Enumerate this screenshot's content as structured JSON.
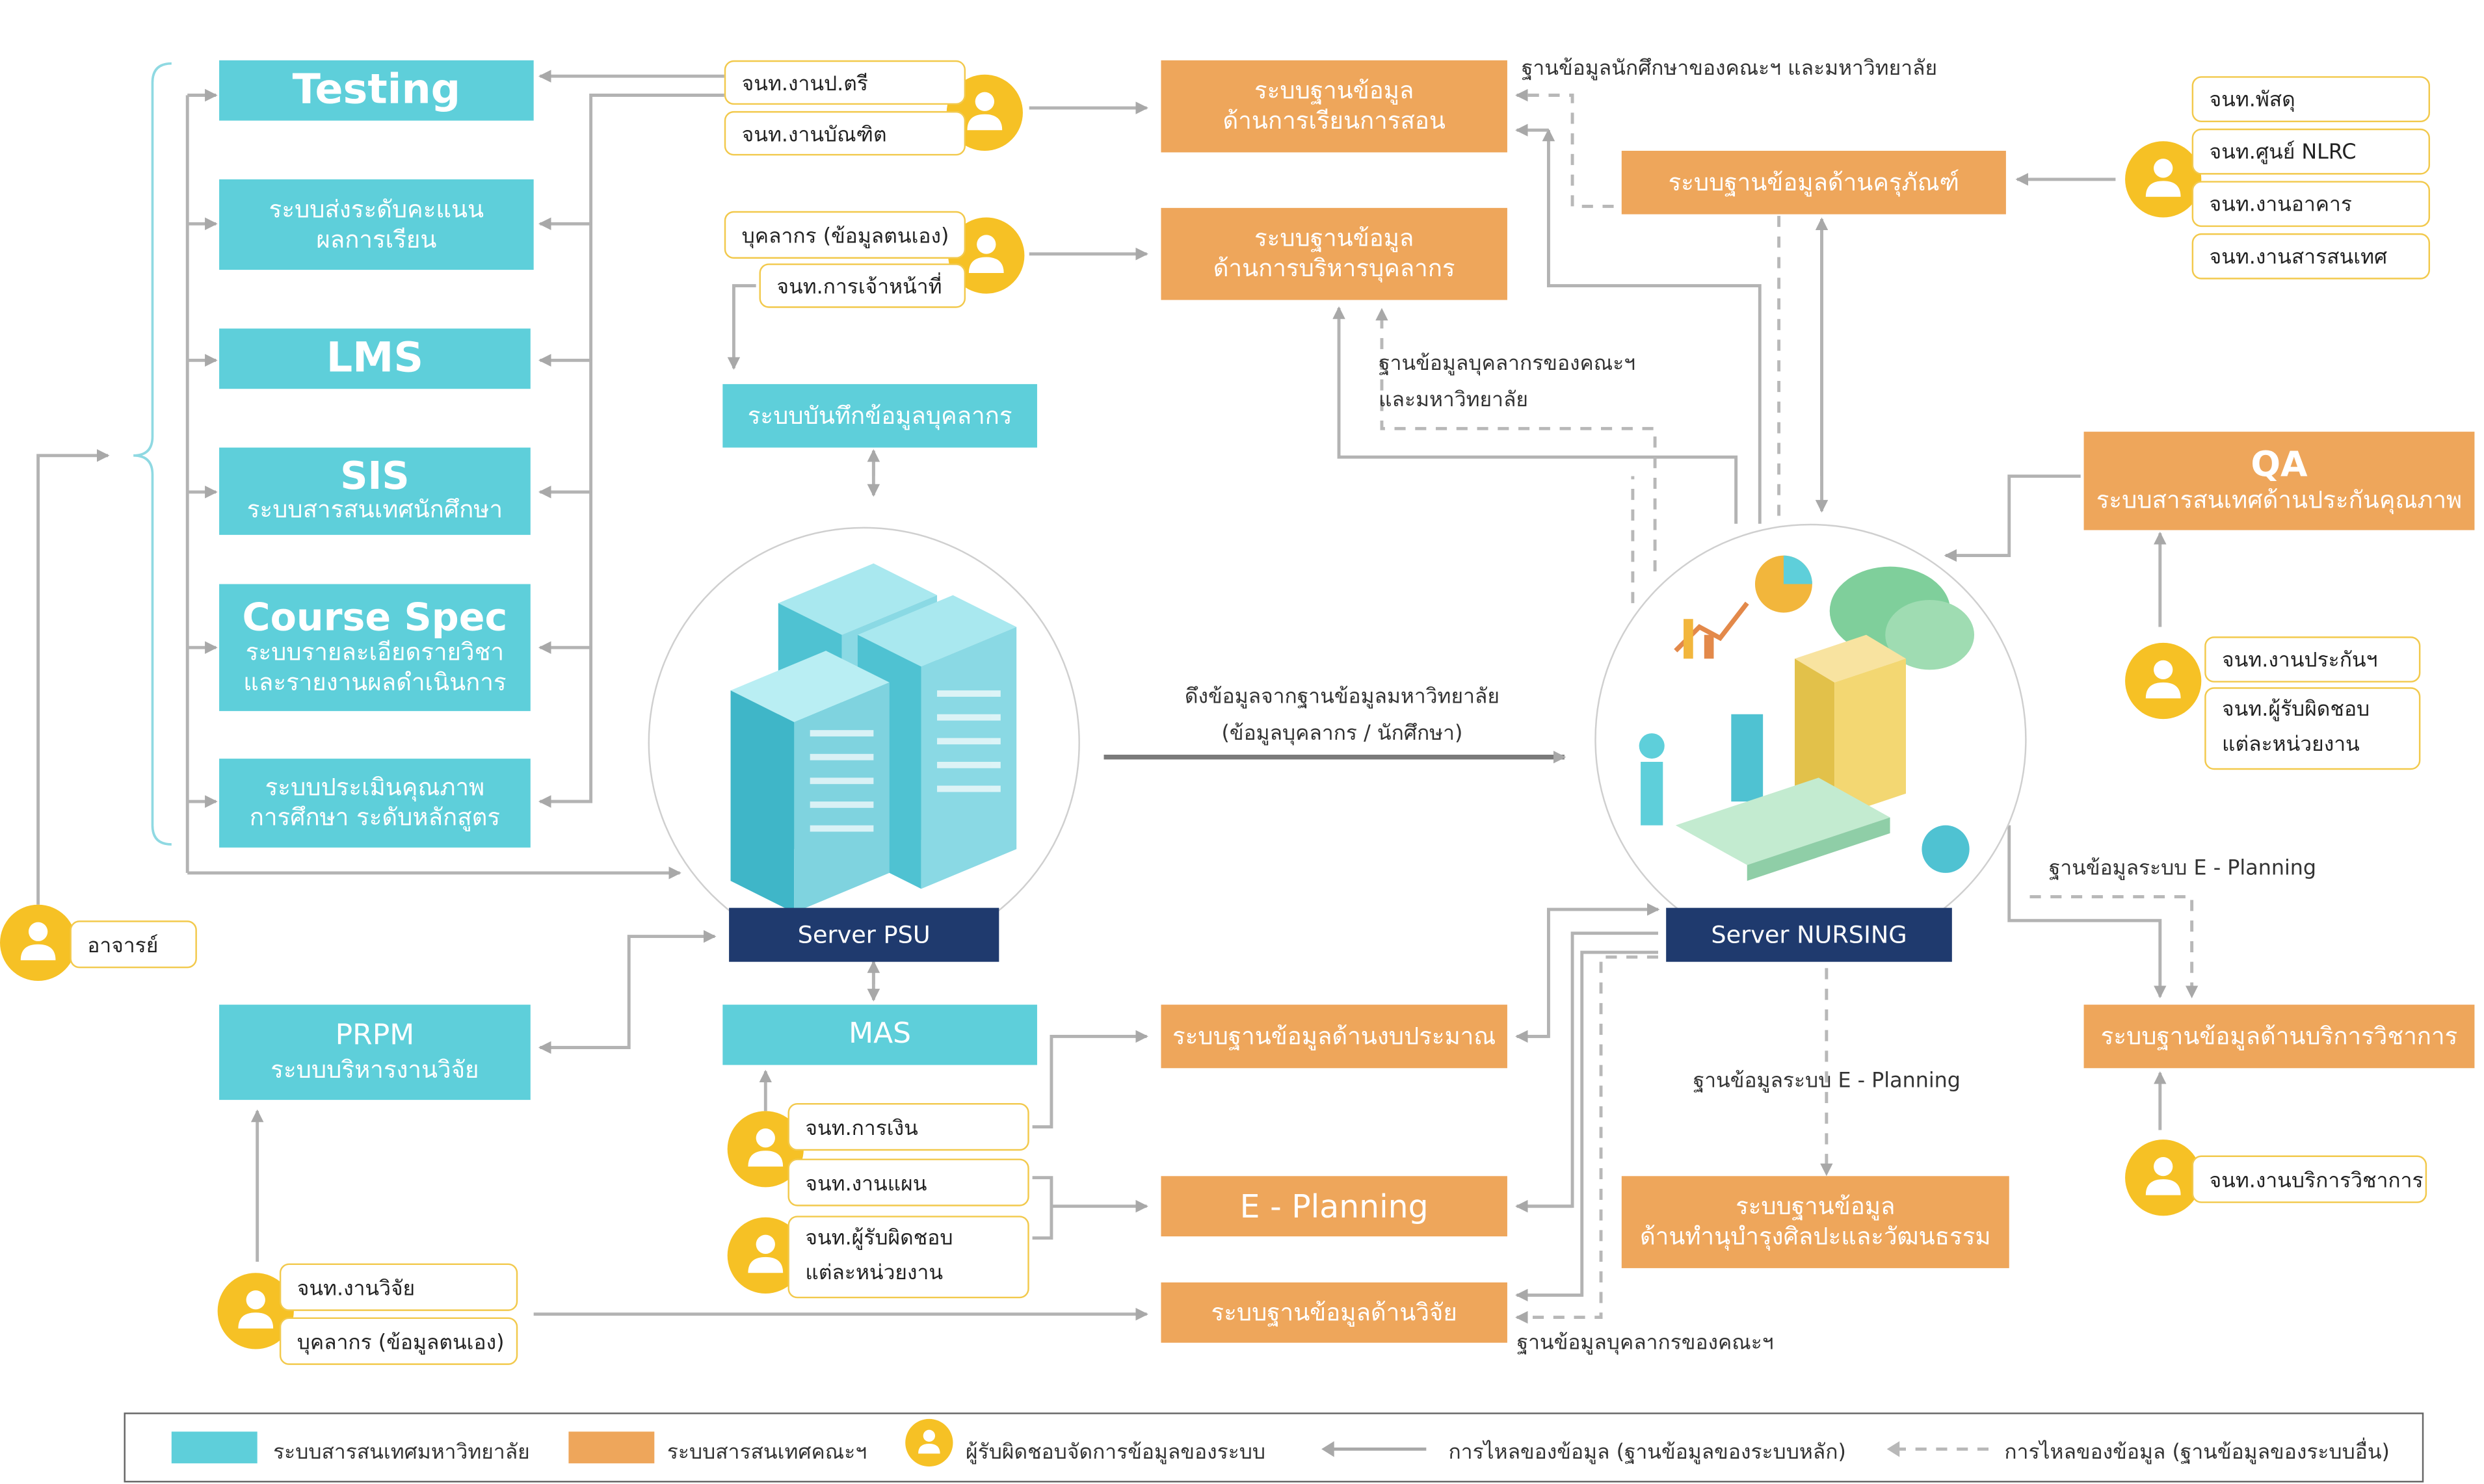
{
  "boxes": {
    "testing": "Testing",
    "grade_1": "ระบบส่งระดับคะแนน",
    "grade_2": "ผลการเรียน",
    "lms": "LMS",
    "sis_title": "SIS",
    "sis_sub": "ระบบสารสนเทศนักศึกษา",
    "course_title": "Course Spec",
    "course_sub1": "ระบบรายละเอียดรายวิชา",
    "course_sub2": "และรายงานผลดำเนินการ",
    "eval_1": "ระบบประเมินคุณภาพ",
    "eval_2": "การศึกษา ระดับหลักสูตร",
    "personnel_record": "ระบบบันทึกข้อมูลบุคลากร",
    "prpm_title": "PRPM",
    "prpm_sub": "ระบบบริหารงานวิจัย",
    "mas": "MAS",
    "teach_1": "ระบบฐานข้อมูล",
    "teach_2": "ด้านการเรียนการสอน",
    "hr_1": "ระบบฐานข้อมูล",
    "hr_2": "ด้านการบริหารบุคลากร",
    "equipment": "ระบบฐานข้อมูลด้านครุภัณฑ์",
    "qa_title": "QA",
    "qa_sub": "ระบบสารสนเทศด้านประกันคุณภาพ",
    "academic_service": "ระบบฐานข้อมูลด้านบริการวิชาการ",
    "budget": "ระบบฐานข้อมูลด้านงบประมาณ",
    "eplanning": "E - Planning",
    "arts_1": "ระบบฐานข้อมูล",
    "arts_2": "ด้านทำนุบำรุงศิลปะและวัฒนธรรม",
    "research_db": "ระบบฐานข้อมูลด้านวิจัย",
    "server_psu": "Server PSU",
    "server_nursing": "Server NURSING"
  },
  "labels": {
    "bachelor_staff": "จนท.งานป.ตรี",
    "grad_staff": "จนท.งานบัณฑิต",
    "personnel_self": "บุคลากร (ข้อมูลตนเอง)",
    "hr_officer": "จนท.การเจ้าหน้าที่",
    "teacher": "อาจารย์",
    "finance": "จนท.การเงิน",
    "plan": "จนท.งานแผน",
    "unit_resp_1": "จนท.ผู้รับผิดชอบ",
    "unit_resp_2": "แต่ละหน่วยงาน",
    "research_staff": "จนท.งานวิจัย",
    "personnel_self2": "บุคลากร (ข้อมูลตนเอง)",
    "supplies": "จนท.พัสดุ",
    "nlrc": "จนท.ศูนย์ NLRC",
    "building": "จนท.งานอาคาร",
    "info": "จนท.งานสารสนเทศ",
    "qa_staff": "จนท.งานประกันฯ",
    "qa_resp_1": "จนท.ผู้รับผิดชอบ",
    "qa_resp_2": "แต่ละหน่วยงาน",
    "service_staff": "จนท.งานบริการวิชาการ"
  },
  "notes": {
    "student_db": "ฐานข้อมูลนักศึกษาของคณะฯ และมหาวิทยาลัย",
    "personnel_db_1": "ฐานข้อมูลบุคลากรของคณะฯ",
    "personnel_db_2": "และมหาวิทยาลัย",
    "pull_1": "ดึงข้อมูลจากฐานข้อมูลมหาวิทยาลัย",
    "pull_2": "(ข้อมูลบุคลากร / นักศึกษา)",
    "eplan_right": "ฐานข้อมูลระบบ E - Planning",
    "eplan_mid": "ฐานข้อมูลระบบ E - Planning",
    "faculty_personnel": "ฐานข้อมูลบุคลากรของคณะฯ"
  },
  "legend": {
    "university_system": "ระบบสารสนเทศมหาวิทยาลัย",
    "faculty_system": "ระบบสารสนเทศคณะฯ",
    "responsible": "ผู้รับผิดชอบจัดการข้อมูลของระบบ",
    "main_flow": "การไหลของข้อมูล (ฐานข้อมูลของระบบหลัก)",
    "other_flow": "การไหลของข้อมูล (ฐานข้อมูลของระบบอื่น)"
  },
  "colors": {
    "university": "#5ecfda",
    "faculty": "#eea65b",
    "server": "#1f3a6e",
    "person_icon": "#f6c125"
  }
}
